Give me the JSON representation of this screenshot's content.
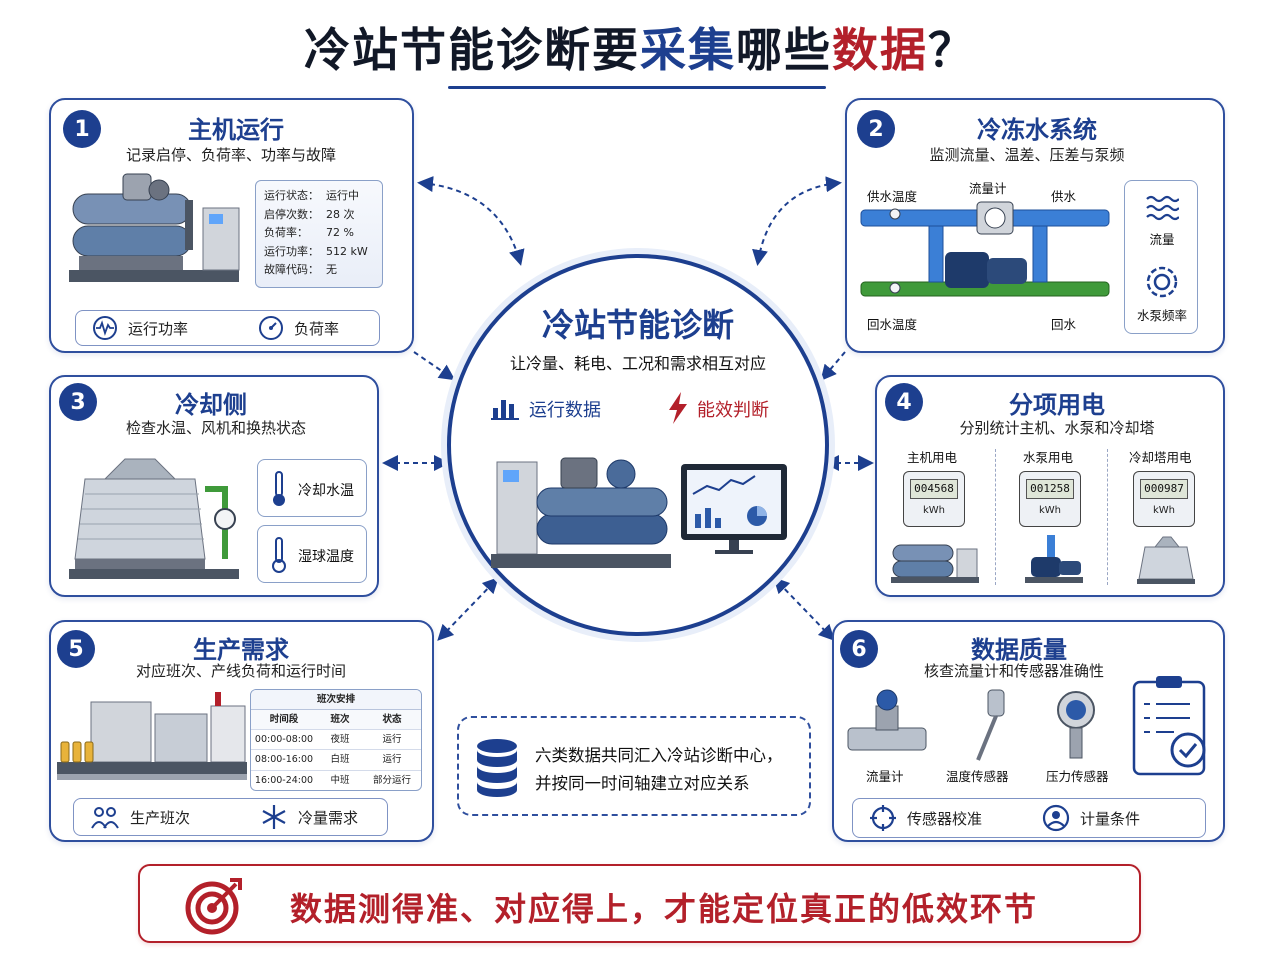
{
  "title": {
    "part1": "冷站节能诊断要",
    "part2": "采集",
    "part3": "哪些",
    "part4": "数据",
    "part5": "？"
  },
  "center": {
    "title": "冷站节能诊断",
    "subtitle": "让冷量、耗电、工况和需求相互对应",
    "tag1": "运行数据",
    "tag2": "能效判断"
  },
  "cards": {
    "c1": {
      "num": "1",
      "title": "主机运行",
      "subtitle": "记录启停、负荷率、功率与故障",
      "status": [
        {
          "k": "运行状态：",
          "v": "运行中"
        },
        {
          "k": "启停次数：",
          "v": "28 次"
        },
        {
          "k": "负荷率：",
          "v": "72 %"
        },
        {
          "k": "运行功率：",
          "v": "512 kW"
        },
        {
          "k": "故障代码：",
          "v": "无"
        }
      ],
      "pill1": "运行功率",
      "pill2": "负荷率"
    },
    "c2": {
      "num": "2",
      "title": "冷冻水系统",
      "subtitle": "监测流量、温差、压差与泵频",
      "labels": {
        "supply_temp": "供水温度",
        "flowmeter": "流量计",
        "supply": "供水",
        "return_temp": "回水温度",
        "return": "回水"
      },
      "side1": "流量",
      "side2": "水泵频率"
    },
    "c3": {
      "num": "3",
      "title": "冷却侧",
      "subtitle": "检查水温、风机和换热状态",
      "item1": "冷却水温",
      "item2": "湿球温度"
    },
    "c4": {
      "num": "4",
      "title": "分项用电",
      "subtitle": "分别统计主机、水泵和冷却塔",
      "meters": [
        {
          "label": "主机用电",
          "value": "004568",
          "unit": "kWh"
        },
        {
          "label": "水泵用电",
          "value": "001258",
          "unit": "kWh"
        },
        {
          "label": "冷却塔用电",
          "value": "000987",
          "unit": "kWh"
        }
      ]
    },
    "c5": {
      "num": "5",
      "title": "生产需求",
      "subtitle": "对应班次、产线负荷和运行时间",
      "schedule": {
        "title": "班次安排",
        "headers": [
          "时间段",
          "班次",
          "状态"
        ],
        "rows": [
          [
            "00:00-08:00",
            "夜班",
            "运行"
          ],
          [
            "08:00-16:00",
            "白班",
            "运行"
          ],
          [
            "16:00-24:00",
            "中班",
            "部分运行"
          ]
        ]
      },
      "pill1": "生产班次",
      "pill2": "冷量需求"
    },
    "c6": {
      "num": "6",
      "title": "数据质量",
      "subtitle": "核查流量计和传感器准确性",
      "sensors": [
        "流量计",
        "温度传感器",
        "压力传感器"
      ],
      "pill1": "传感器校准",
      "pill2": "计量条件"
    }
  },
  "note": {
    "line1": "六类数据共同汇入冷站诊断中心，",
    "line2": "并按同一时间轴建立对应关系"
  },
  "banner": "数据测得准、对应得上，才能定位真正的低效环节",
  "colors": {
    "primary": "#1d3f8f",
    "accent": "#b3202a",
    "pipe_blue": "#3b7fd6",
    "pipe_green": "#3f9a3a"
  }
}
